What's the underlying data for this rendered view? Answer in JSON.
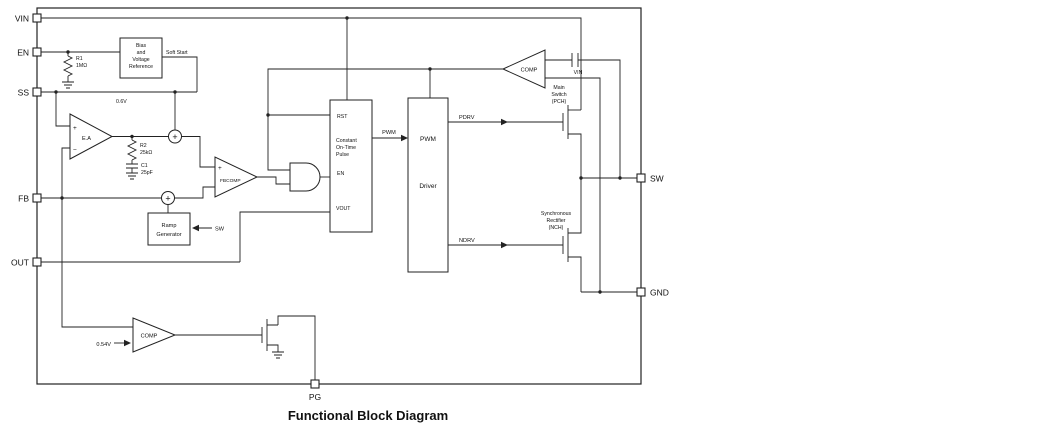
{
  "title": "Functional Block Diagram",
  "pins": {
    "vin": "VIN",
    "en": "EN",
    "ss": "SS",
    "fb": "FB",
    "out": "OUT",
    "sw": "SW",
    "gnd": "GND",
    "pg": "PG"
  },
  "blocks": {
    "bias": {
      "l1": "Bias",
      "l2": "and",
      "l3": "Voltage",
      "l4": "Reference"
    },
    "one_shot": {
      "rst": "RST",
      "l1": "Constant",
      "l2": "On-Time",
      "l3": "Pulse",
      "en": "EN",
      "vout": "VOUT"
    },
    "pwm_driver": {
      "l1": "PWM",
      "l2": "Driver"
    },
    "ramp": {
      "l1": "Ramp",
      "l2": "Generator"
    },
    "main_switch": {
      "l1": "Main",
      "l2": "Switch",
      "l3": "(PCH)"
    },
    "sync_rect": {
      "l1": "Synchronous",
      "l2": "Rectifier",
      "l3": "(NCH)"
    }
  },
  "labels": {
    "soft_start": "Soft Start",
    "vref": "0.6V",
    "r1": "R1",
    "r1_value": "1MΩ",
    "r2": "R2",
    "r2_value": "25kΩ",
    "c1": "C1",
    "c1_value": "25pF",
    "ea": "E.A",
    "fbcomp": "FBCOMP",
    "comp_top": "COMP",
    "comp_bottom": "COMP",
    "pwm_signal": "PWM",
    "pdrv": "PDRV",
    "ndrv": "NDRV",
    "sw_signal": "SW",
    "vin_sense": "VIN",
    "pg_ref": "0.54V",
    "plus": "+",
    "minus": "−"
  }
}
